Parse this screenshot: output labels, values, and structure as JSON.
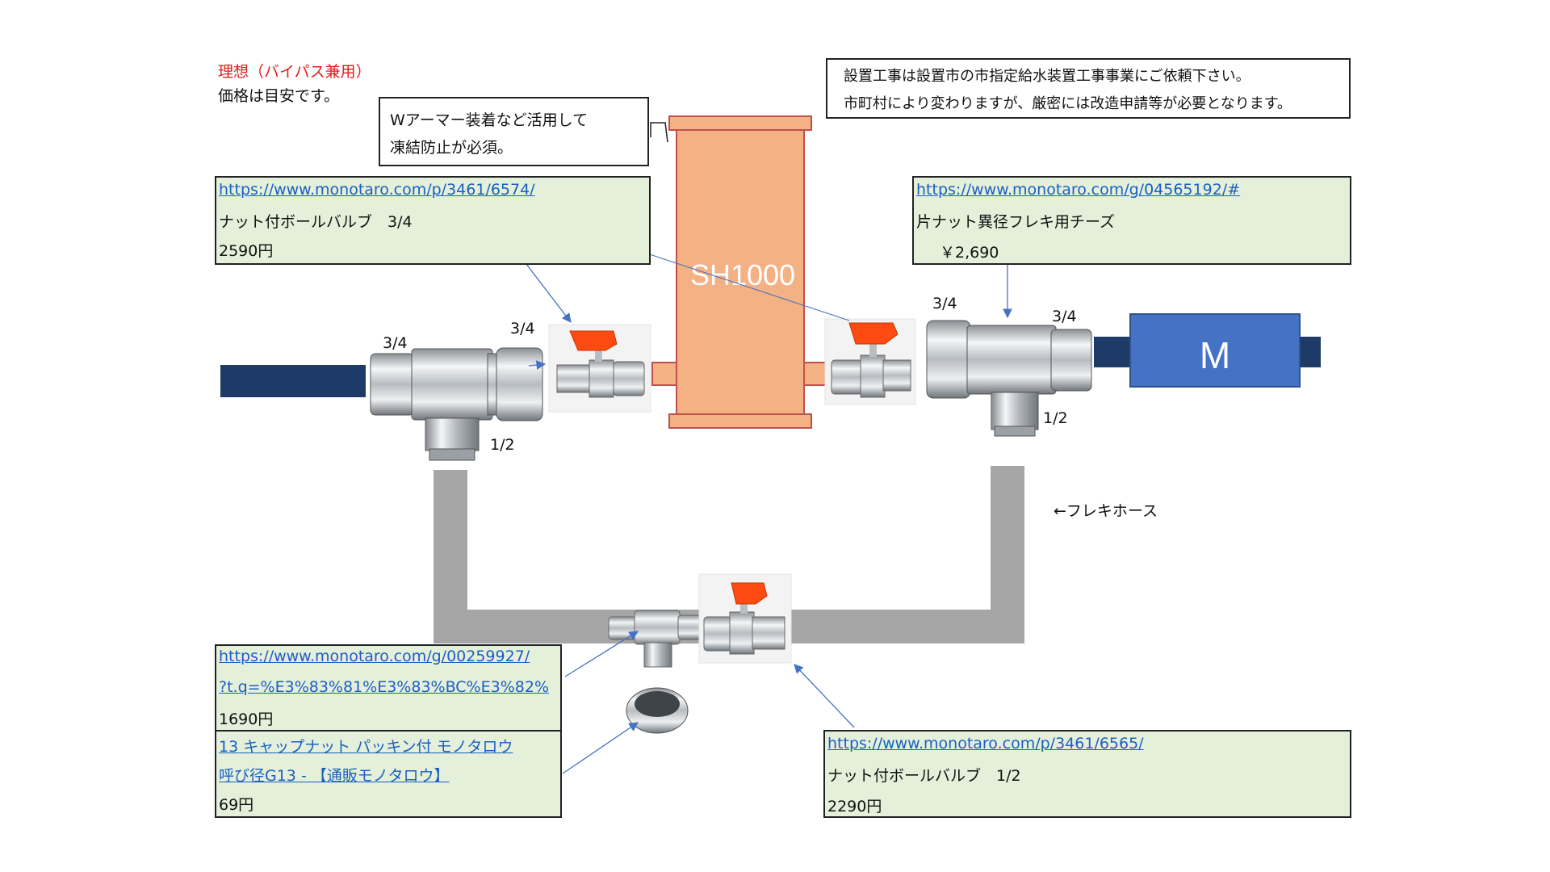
{
  "title": {
    "ideal": "理想（バイパス兼用）",
    "price_note": "価格は目安です。"
  },
  "callout_freeze": {
    "line1": "Wアーマー装着など活用して",
    "line2": "凍結防止が必須。"
  },
  "callout_install": {
    "line1": "設置工事は設置市の市指定給水装置工事事業にご依頼下さい。",
    "line2": "市町村により変わりますが、厳密には改造申請等が必要となります。"
  },
  "box_valve34": {
    "url": "https://www.monotaro.com/p/3461/6574/",
    "name": "ナット付ボールバルブ　3/4",
    "price": "2590円"
  },
  "box_tee": {
    "url": "https://www.monotaro.com/g/04565192/#",
    "name": "片ナット異径フレキ用チーズ",
    "price": "￥2,690"
  },
  "box_tee_small": {
    "url1": "https://www.monotaro.com/g/00259927/",
    "url2": "?t.q=%E3%83%81%E3%83%BC%E3%82%",
    "price": "1690円"
  },
  "box_cap": {
    "link1": "13 キャップナット パッキン付 モノタロウ",
    "link2": "呼び径G13 - 【通販モノタロウ】",
    "price": "69円"
  },
  "box_valve12": {
    "url": "https://www.monotaro.com/p/3461/6565/",
    "name": "ナット付ボールバルブ　1/2",
    "price": "2290円"
  },
  "labels": {
    "sh1000": "SH1000",
    "meter": "M",
    "left_tee_34": "3/4",
    "left_valve_34": "3/4",
    "left_tee_12": "1/2",
    "right_tee_34a": "3/4",
    "right_tee_34b": "3/4",
    "right_tee_12": "1/2",
    "flex_hose": "←フレキホース"
  },
  "colors": {
    "pipe": "#1e3a66",
    "hose": "#a6a6a6",
    "tank": "#f4b183",
    "tank_border": "#c0504d",
    "meter": "#4472c4",
    "handle": "#ff4a12",
    "box_fill": "#e4f0da",
    "link": "#1a5fc4",
    "arrow": "#4472c4",
    "red_text": "#e31b1b"
  }
}
